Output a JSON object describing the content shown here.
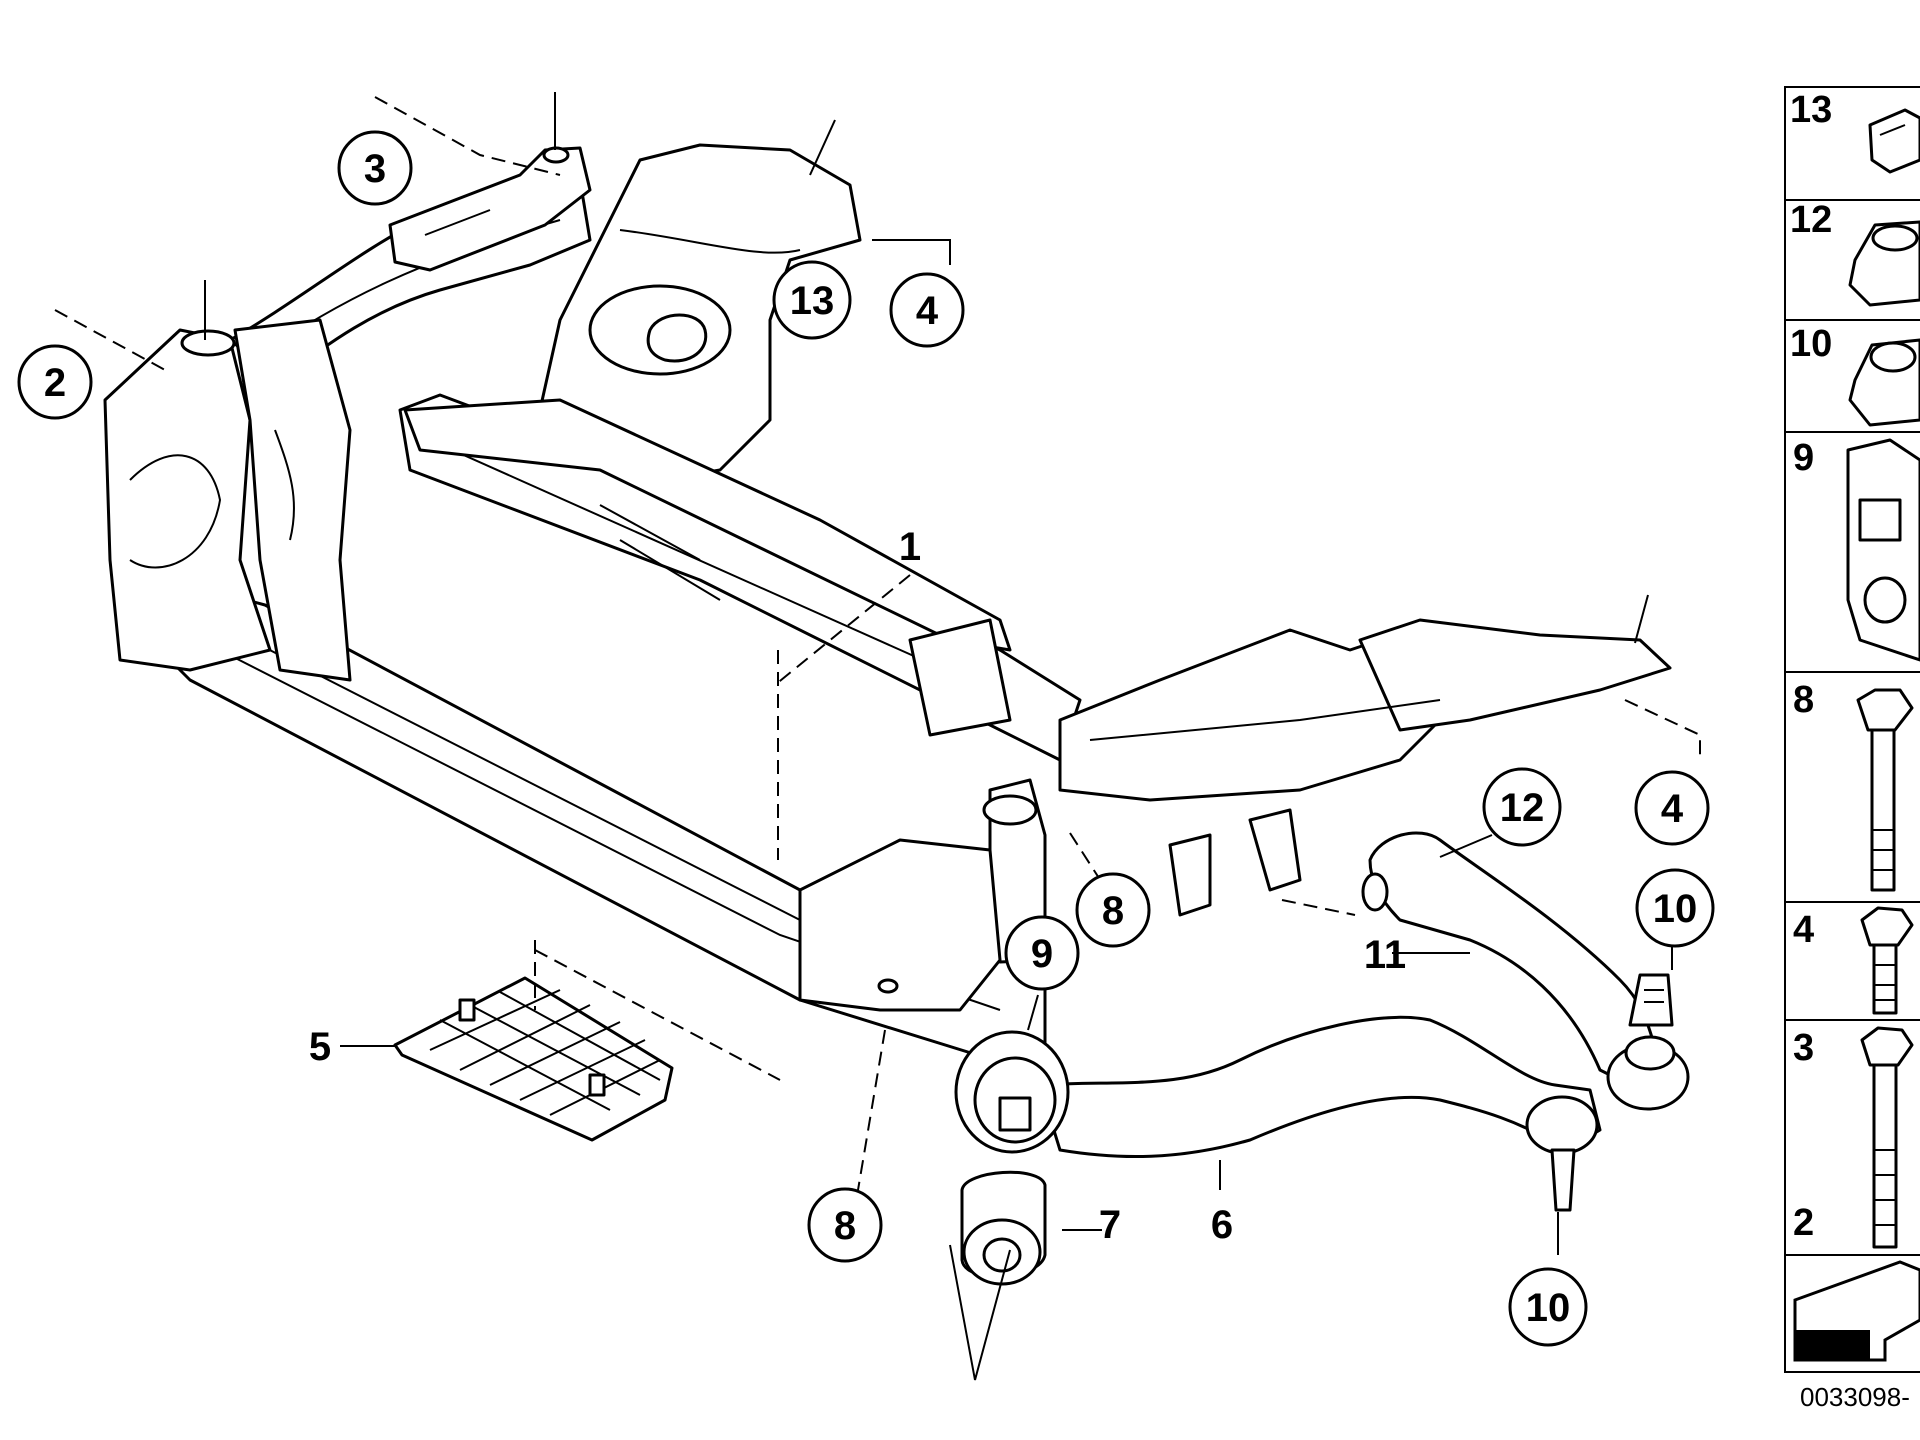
{
  "callouts": {
    "c3": "3",
    "c2": "2",
    "c13": "13",
    "c4top": "4",
    "c1": "1",
    "c12": "12",
    "c4right": "4",
    "c10top": "10",
    "c8mid": "8",
    "c9": "9",
    "c11": "11",
    "c5": "5",
    "c8bottom": "8",
    "c7": "7",
    "c6": "6",
    "c10bottom": "10"
  },
  "side_panel": {
    "labels": [
      "13",
      "12",
      "10",
      "9",
      "8",
      "4",
      "3",
      "2"
    ]
  },
  "reference_number": "0033098-"
}
